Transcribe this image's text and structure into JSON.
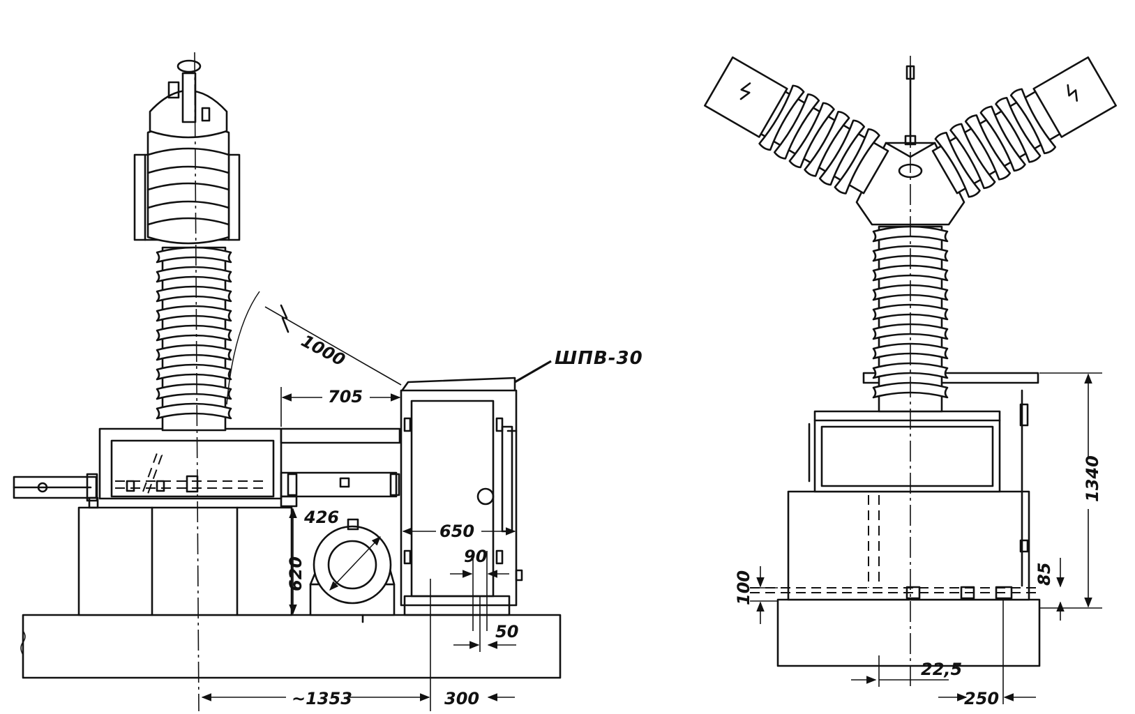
{
  "diagram": {
    "left_view": {
      "dim_1000": "1000",
      "cabinet_label": "ШПВ-30",
      "dim_705": "705",
      "dim_650": "650",
      "dim_426": "426",
      "dim_620": "620",
      "dim_90": "90",
      "dim_50": "50",
      "dim_1353": "~1353",
      "dim_300": "300"
    },
    "right_view": {
      "dim_1340": "1340",
      "dim_100": "100",
      "dim_85": "85",
      "dim_22_5": "22,5",
      "dim_250": "250"
    }
  }
}
